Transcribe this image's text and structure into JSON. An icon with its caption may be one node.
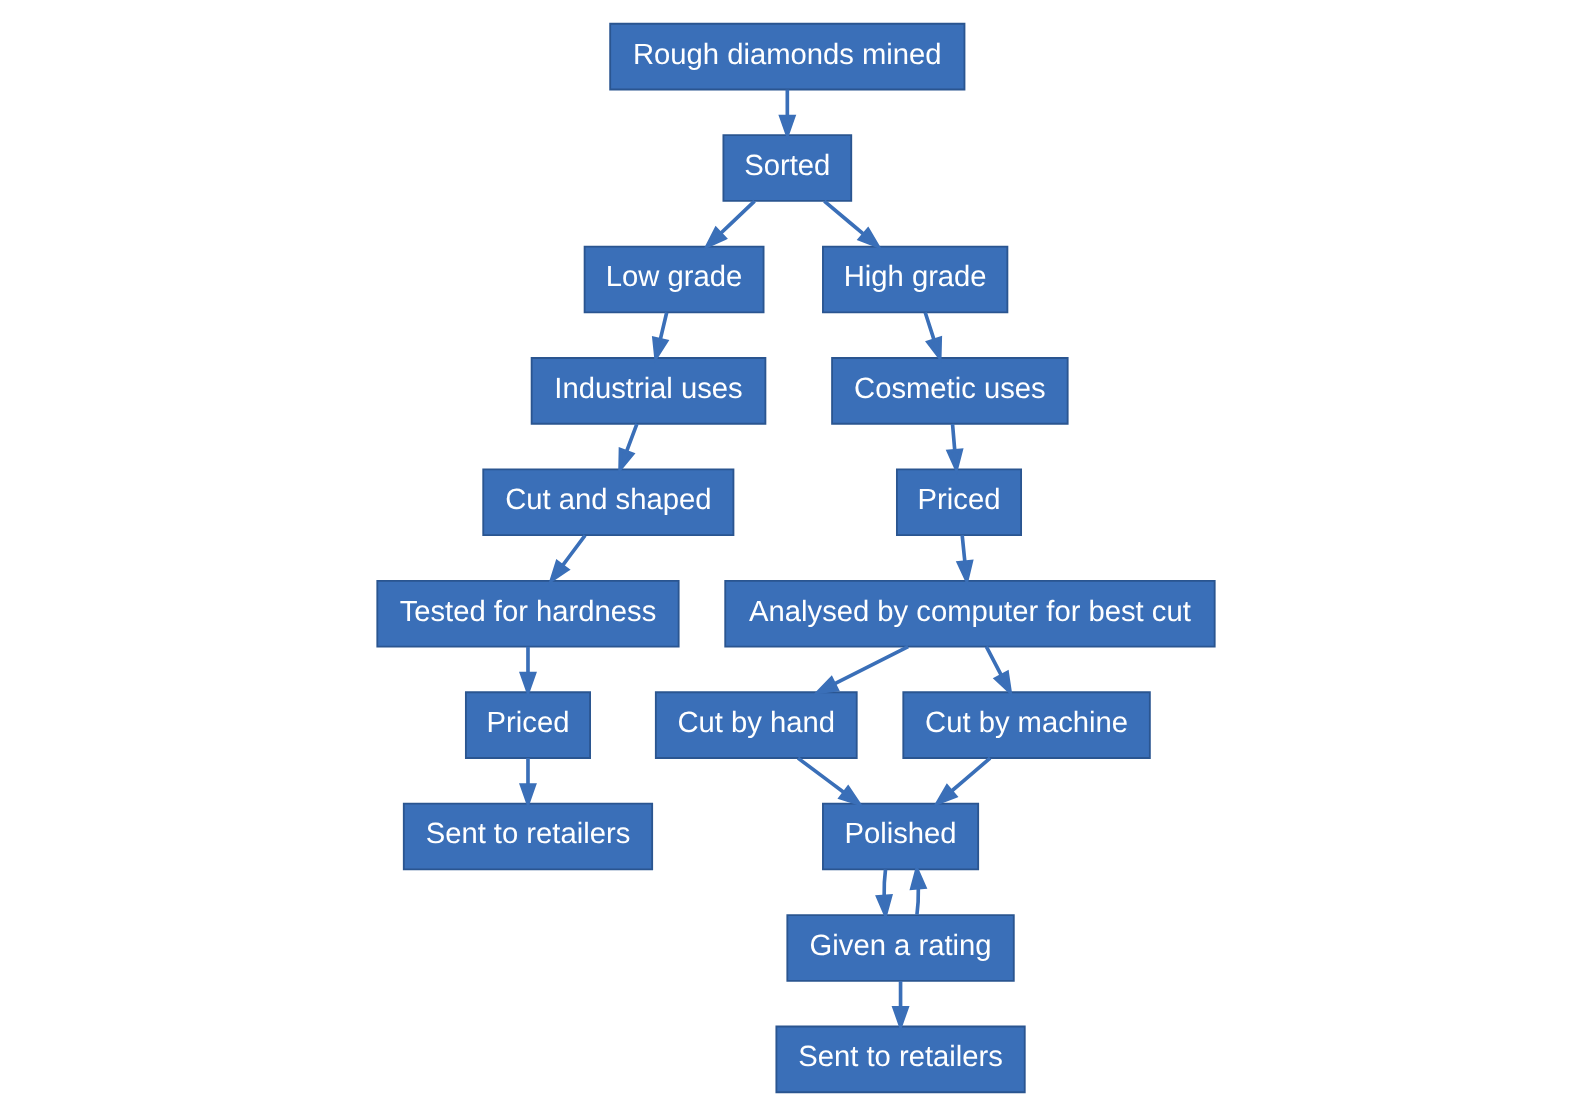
{
  "diagram": {
    "nodes": [
      {
        "text": [
          "Rough diamonds mined"
        ]
      },
      {
        "text": [
          "Sorted"
        ]
      },
      {
        "text": [
          "Low grade"
        ]
      },
      {
        "text": [
          "High grade"
        ]
      },
      {
        "text": [
          "Industrial uses"
        ]
      },
      {
        "text": [
          "Cut and shaped"
        ]
      },
      {
        "text": [
          "Tested for hardness"
        ]
      },
      {
        "text": [
          "Priced"
        ]
      },
      {
        "text": [
          "Sent to retailers"
        ]
      },
      {
        "text": [
          "Cosmetic uses"
        ]
      },
      {
        "text": [
          "Priced"
        ]
      },
      {
        "text": [
          "Analysed by computer for best cut"
        ]
      },
      {
        "text": [
          "Cut by hand"
        ]
      },
      {
        "text": [
          "Cut by machine"
        ]
      },
      {
        "text": [
          "Polished"
        ]
      },
      {
        "text": [
          "Given a rating"
        ]
      },
      {
        "text": [
          "Sent to retailers"
        ]
      }
    ],
    "edges": [
      {
        "from": 0,
        "to": 1,
        "arrow": "to"
      },
      {
        "from": 1,
        "to": 2,
        "arrow": "to"
      },
      {
        "from": 1,
        "to": 3,
        "arrow": "to"
      },
      {
        "from": 2,
        "to": 4,
        "arrow": "to"
      },
      {
        "from": 4,
        "to": 5,
        "arrow": "to"
      },
      {
        "from": 5,
        "to": 6,
        "arrow": "to"
      },
      {
        "from": 6,
        "to": 7,
        "arrow": "to"
      },
      {
        "from": 7,
        "to": 8,
        "arrow": "to"
      },
      {
        "from": 3,
        "to": 9,
        "arrow": "to"
      },
      {
        "from": 9,
        "to": 10,
        "arrow": "to"
      },
      {
        "from": 10,
        "to": 11,
        "arrow": "to"
      },
      {
        "from": 11,
        "to": 12,
        "arrow": "to"
      },
      {
        "from": 11,
        "to": 13,
        "arrow": "to"
      },
      {
        "from": 12,
        "to": 14,
        "arrow": "to"
      },
      {
        "from": 13,
        "to": 14,
        "arrow": "to"
      },
      {
        "from": 14,
        "to": 15,
        "arrow": "to"
      },
      {
        "from": 15,
        "to": 14,
        "arrow": "to"
      },
      {
        "from": 15,
        "to": 16,
        "arrow": "to"
      }
    ]
  }
}
